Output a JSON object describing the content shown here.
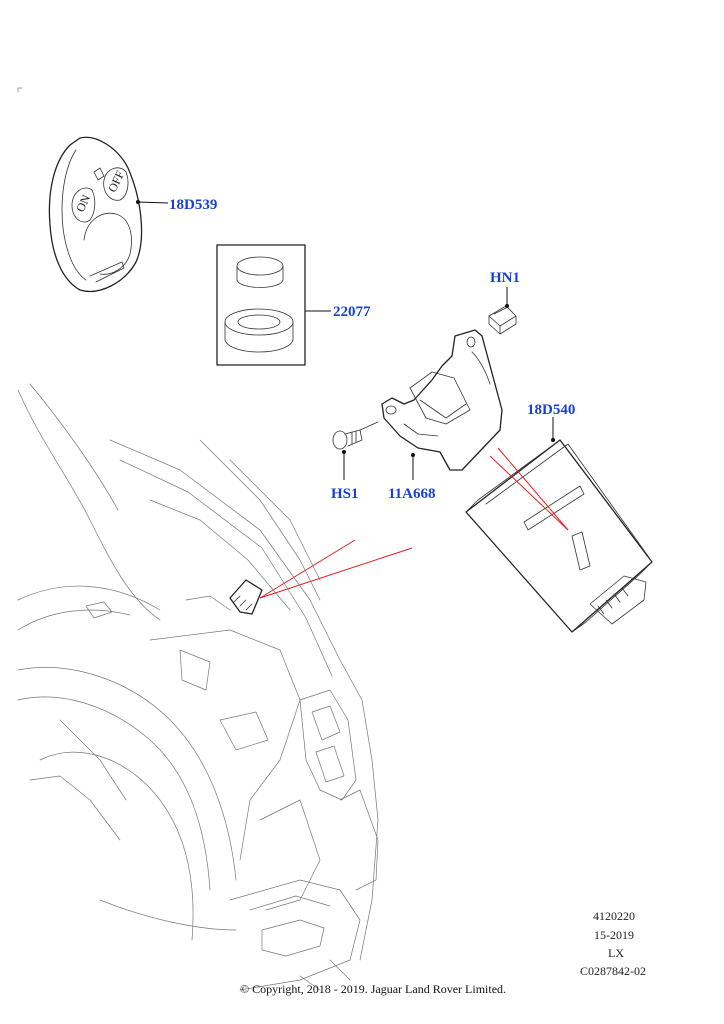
{
  "callouts": {
    "remote": "18D539",
    "grommets": "22077",
    "nut": "HN1",
    "module": "18D540",
    "screw": "HS1",
    "bracket": "11A668"
  },
  "remote_buttons": {
    "on": "ON",
    "off": "OFF"
  },
  "reference": {
    "line1": "4120220",
    "line2": "15-2019",
    "line3": "LX",
    "line4": "C0287842-02"
  },
  "copyright": "© Copyright, 2018 - 2019. Jaguar Land Rover Limited.",
  "colors": {
    "callout": "#1a3fd6",
    "line": "#222222",
    "pointer": "#e02020"
  }
}
